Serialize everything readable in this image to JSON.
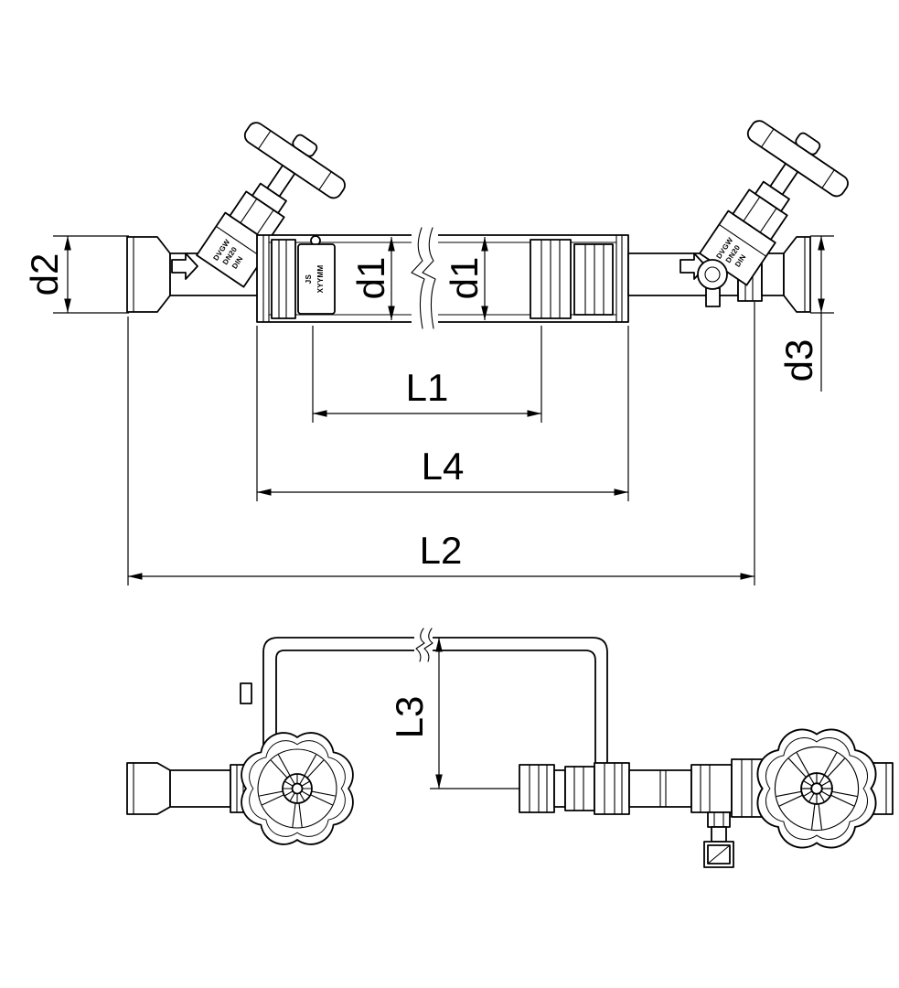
{
  "dims": {
    "d1a": "d1",
    "d1b": "d1",
    "d2": "d2",
    "d3": "d3",
    "L1": "L1",
    "L2": "L2",
    "L3": "L3",
    "L4": "L4"
  },
  "markings": {
    "left_valve": {
      "l1": "DVGW",
      "l2": "DN20",
      "l3": "DIN"
    },
    "right_valve": {
      "l1": "DVGW",
      "l2": "DN20",
      "l3": "DIN"
    },
    "insert": {
      "l1": "JS",
      "l2": "XYYMM"
    }
  },
  "colors": {
    "line": "#000000",
    "background": "#ffffff"
  }
}
